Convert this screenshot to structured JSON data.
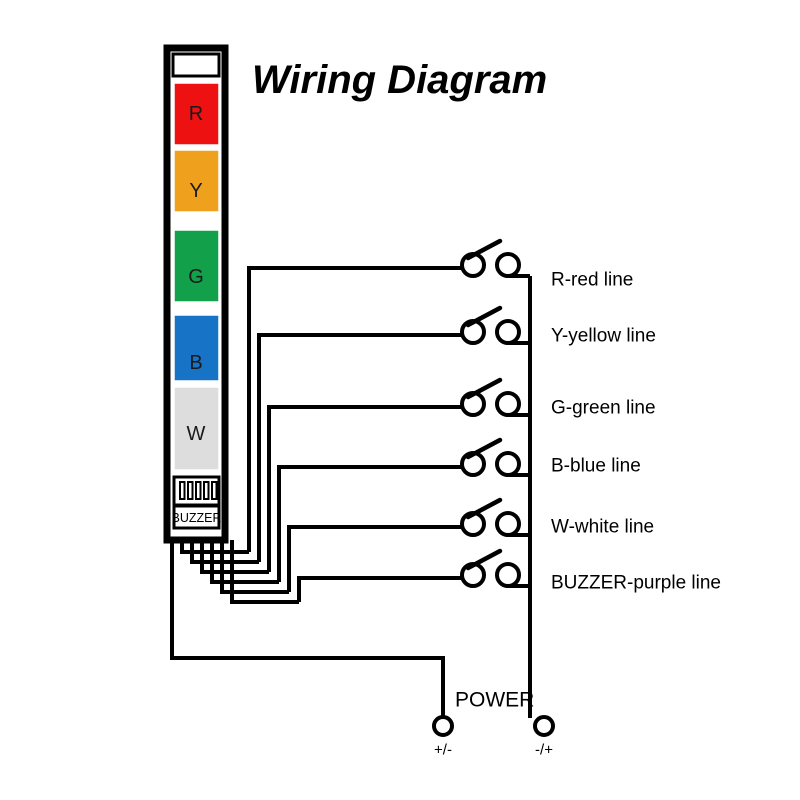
{
  "title": "Wiring Diagram",
  "tower": {
    "name": "signal-tower-light",
    "cap_label": "",
    "segments": [
      {
        "key": "R",
        "label": "R",
        "color": "#ee1111",
        "text_color": "#1a1a1a"
      },
      {
        "key": "Y",
        "label": "Y",
        "color": "#efa01c",
        "text_color": "#1a1a1a"
      },
      {
        "key": "G",
        "label": "G",
        "color": "#12a04a",
        "text_color": "#1a1a1a"
      },
      {
        "key": "B",
        "label": "B",
        "color": "#1673c6",
        "text_color": "#102a44"
      },
      {
        "key": "W",
        "label": "W",
        "color": "#dddddd",
        "text_color": "#1a1a1a"
      }
    ],
    "buzzer": {
      "label": "BUZZER",
      "slat_count": 5
    }
  },
  "lines": [
    {
      "id": "r",
      "label": "R-red line"
    },
    {
      "id": "y",
      "label": "Y-yellow line"
    },
    {
      "id": "g",
      "label": "G-green line"
    },
    {
      "id": "b",
      "label": "B-blue line"
    },
    {
      "id": "w",
      "label": "W-white line"
    },
    {
      "id": "buzzer",
      "label": "BUZZER-purple line"
    }
  ],
  "power": {
    "label": "POWER",
    "left_terminal": "+/-",
    "right_terminal": "-/+"
  },
  "colors": {
    "wire": "#000000",
    "background": "#ffffff",
    "frame": "#000000"
  }
}
